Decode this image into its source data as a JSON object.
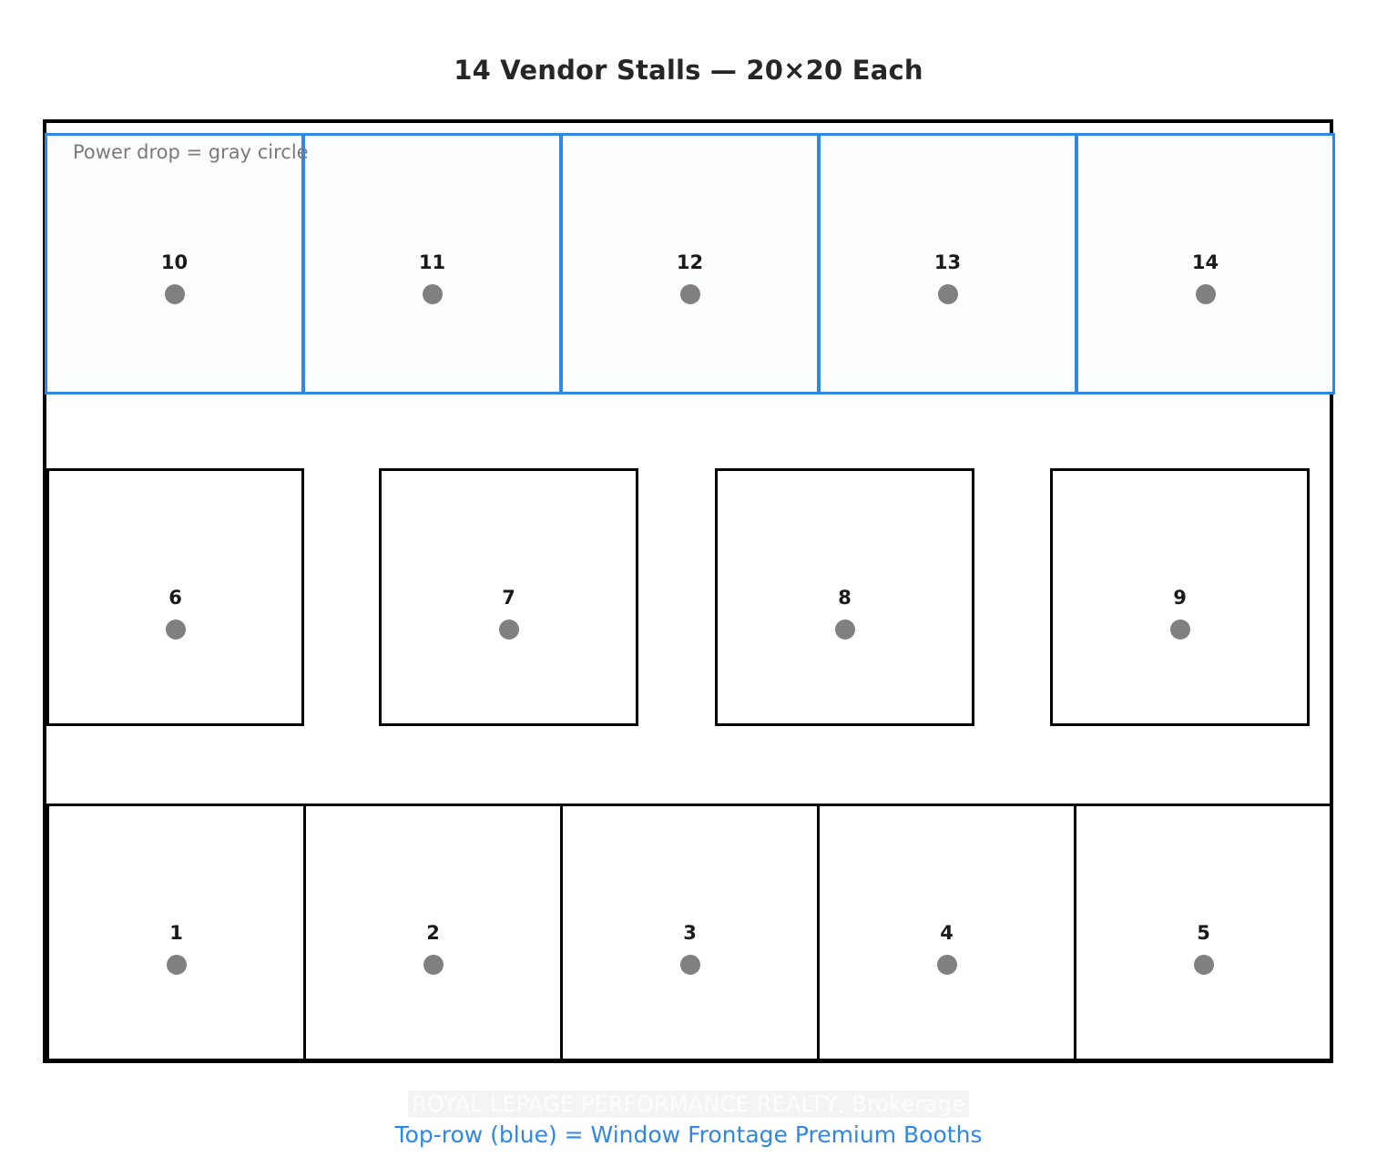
{
  "title": "14 Vendor Stalls — 20×20 Each",
  "annotation": "Power drop = gray circle",
  "watermark": "ROYAL LEPAGE PERFORMANCE REALTY, Brokerage",
  "caption": "Top-row (blue) = Window Frontage Premium Booths",
  "colors": {
    "premium_border": "#2f87e8",
    "standard_border": "#000000",
    "power_drop": "#808080",
    "wall": "#000000",
    "annotation_text": "#7a7a7a"
  },
  "legend": {
    "power_drop_symbol": "gray circle",
    "premium_row_color": "blue"
  },
  "floorplan": {
    "total_stalls": 14,
    "stall_size": "20×20",
    "rows": [
      {
        "name": "top-row",
        "type": "premium",
        "note": "Window Frontage Premium Booths",
        "border_color": "#2f87e8",
        "stalls": [
          {
            "label": "10",
            "power_drop": true
          },
          {
            "label": "11",
            "power_drop": true
          },
          {
            "label": "12",
            "power_drop": true
          },
          {
            "label": "13",
            "power_drop": true
          },
          {
            "label": "14",
            "power_drop": true
          }
        ]
      },
      {
        "name": "middle-row",
        "type": "standard",
        "border_color": "#000000",
        "stalls": [
          {
            "label": "6",
            "power_drop": true
          },
          {
            "label": "7",
            "power_drop": true
          },
          {
            "label": "8",
            "power_drop": true
          },
          {
            "label": "9",
            "power_drop": true
          }
        ]
      },
      {
        "name": "bottom-row",
        "type": "standard",
        "border_color": "#000000",
        "stalls": [
          {
            "label": "1",
            "power_drop": true
          },
          {
            "label": "2",
            "power_drop": true
          },
          {
            "label": "3",
            "power_drop": true
          },
          {
            "label": "4",
            "power_drop": true
          },
          {
            "label": "5",
            "power_drop": true
          }
        ]
      }
    ]
  }
}
